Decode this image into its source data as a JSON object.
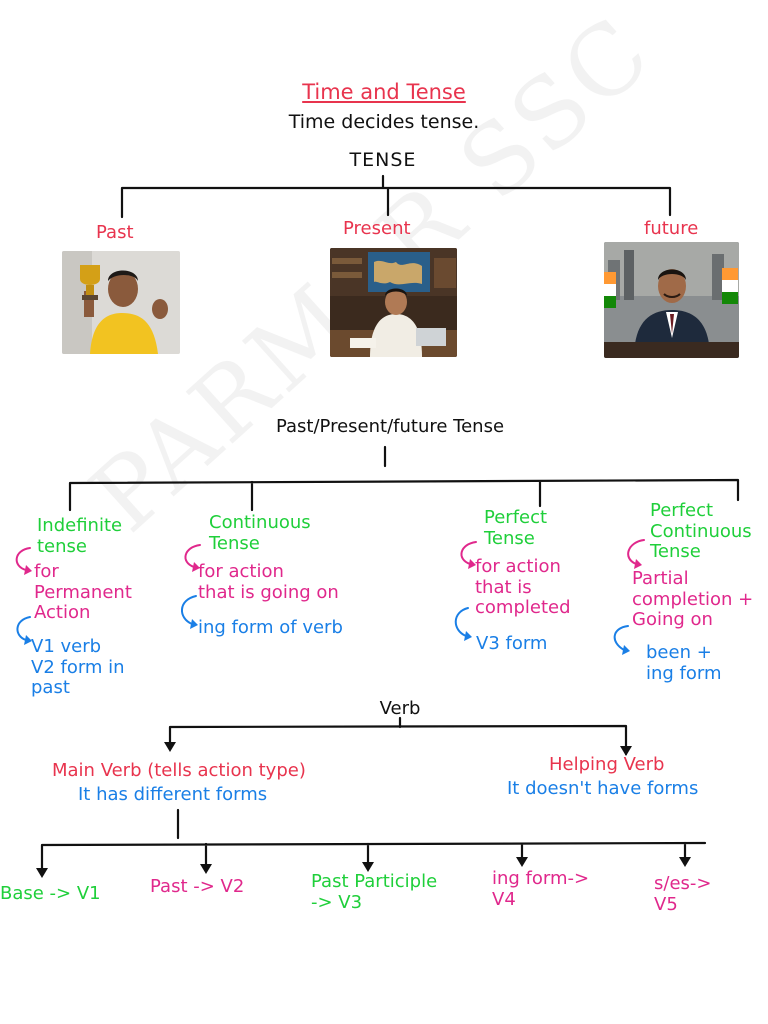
{
  "header": {
    "title": "Time and Tense",
    "subtitle": "Time decides tense."
  },
  "tense_tree": {
    "root": "TENSE",
    "branches": [
      {
        "label": "Past",
        "image": "boy-with-trophy"
      },
      {
        "label": "Present",
        "image": "student-studying"
      },
      {
        "label": "future",
        "image": "businessman-with-flag"
      }
    ]
  },
  "aspect_tree": {
    "root": "Past/Present/future Tense",
    "aspects": [
      {
        "name_lines": [
          "Indefinite",
          "tense"
        ],
        "use_lines": [
          "for",
          "Permanent",
          "Action"
        ],
        "form_lines": [
          "V1 verb",
          "V2 form in",
          "past"
        ]
      },
      {
        "name_lines": [
          "Continuous",
          "Tense"
        ],
        "use_lines": [
          "for action",
          "that is going on"
        ],
        "form_lines": [
          "ing form of verb"
        ]
      },
      {
        "name_lines": [
          "Perfect",
          "Tense"
        ],
        "use_lines": [
          "for action",
          "that is",
          "completed"
        ],
        "form_lines": [
          "V3 form"
        ]
      },
      {
        "name_lines": [
          "Perfect",
          "Continuous",
          "Tense"
        ],
        "use_lines": [
          "Partial",
          "completion +",
          "Going on"
        ],
        "form_lines": [
          "been +",
          "ing form"
        ]
      }
    ]
  },
  "verb_tree": {
    "root": "Verb",
    "main": {
      "title": "Main Verb (tells action type)",
      "note": "It has different forms"
    },
    "helping": {
      "title": "Helping Verb",
      "note": "It doesn't have forms"
    },
    "forms": [
      {
        "lines": [
          "Base -> V1"
        ]
      },
      {
        "lines": [
          "Past -> V2"
        ]
      },
      {
        "lines": [
          "Past Participle",
          "-> V3"
        ]
      },
      {
        "lines": [
          "ing form->",
          "V4"
        ]
      },
      {
        "lines": [
          "s/es->",
          "V5"
        ]
      }
    ]
  },
  "watermark": "PARMAR SSC",
  "colors": {
    "red": "#e8344e",
    "green": "#1fcf3a",
    "blue": "#1a7fe6",
    "pink": "#e0288c",
    "line": "#111111"
  }
}
